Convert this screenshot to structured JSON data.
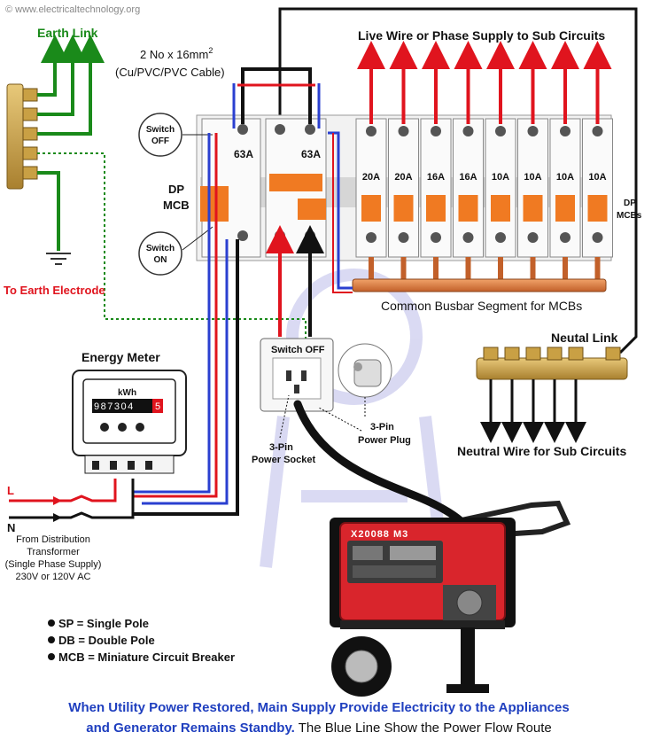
{
  "watermark": "© www.electricaltechnology.org",
  "labels": {
    "earth_link": "Earth Link",
    "to_earth_electrode": "To Earth Electrode",
    "cable_line1": "2 No x 16mm",
    "cable_sup": "2",
    "cable_line2": "(Cu/PVC/PVC Cable)",
    "live_wire_title": "Live Wire or Phase Supply to Sub Circuits",
    "switch_off_1": "Switch",
    "switch_off_2": "OFF",
    "switch_on_1": "Switch",
    "switch_on_2": "ON",
    "dp_mcb_1": "DP",
    "dp_mcb_2": "MCB",
    "dp_mcbs_1": "DP",
    "dp_mcbs_2": "MCBs",
    "main_rating_1": "63A",
    "main_rating_2": "63A",
    "busbar": "Common Busbar Segment for MCBs",
    "neutral_link": "Neutal Link",
    "neutral_wire": "Neutral Wire for Sub Circuits",
    "energy_meter": "Energy Meter",
    "kwh": "kWh",
    "meter_digits": "987304",
    "meter_last_digit": "5",
    "switch_off_socket": "Switch OFF",
    "pin_socket_1": "3-Pin",
    "pin_socket_2": "Power Socket",
    "pin_plug_1": "3-Pin",
    "pin_plug_2": "Power Plug",
    "line_l": "L",
    "line_n": "N",
    "dist_1": "From Distribution",
    "dist_2": "Transformer",
    "dist_3": "(Single Phase Supply)",
    "dist_4": "230V or 120V AC",
    "generator_model": "X20088 M3"
  },
  "sub_mcb_ratings": [
    "20A",
    "20A",
    "16A",
    "16A",
    "10A",
    "10A",
    "10A",
    "10A"
  ],
  "legend": [
    "SP = Single Pole",
    "DB = Double Pole",
    "MCB = Miniature Circuit Breaker"
  ],
  "caption": {
    "line1": "When Utility Power Restored, Main Supply Provide Electricity to the Appliances",
    "line2_bold": "and Generator Remains Standby.",
    "line2_rest": " The Blue Line Show the Power Flow Route"
  },
  "colors": {
    "caption_blue": "#1f3fbf",
    "earth_green": "#1a8a1a",
    "live_red": "#e0141e",
    "power_route_blue": "#2a3fd0",
    "breaker_orange": "#f07a22"
  }
}
